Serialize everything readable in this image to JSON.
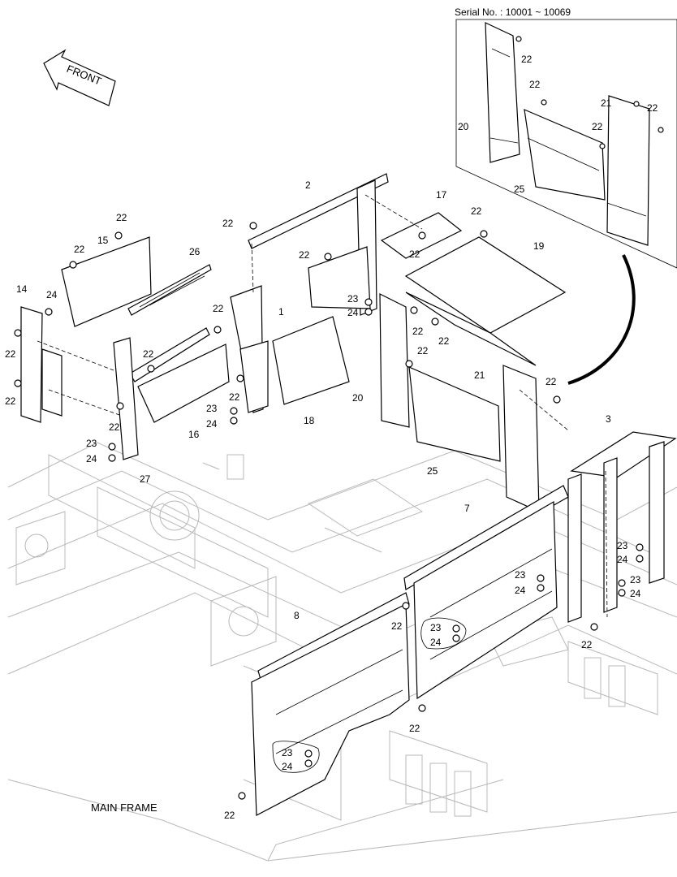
{
  "serial_range": "Serial No. : 10001 ~ 10069",
  "front_arrow_label": "FRONT",
  "main_frame_label": "MAIN FRAME",
  "callouts": {
    "c1": "1",
    "c2": "2",
    "c3": "3",
    "c7": "7",
    "c8": "8",
    "c14": "14",
    "c15": "15",
    "c16": "16",
    "c17": "17",
    "c18": "18",
    "c19": "19",
    "c20": "20",
    "c21": "21",
    "c22": "22",
    "c23": "23",
    "c24": "24",
    "c25": "25",
    "c26": "26",
    "c27": "27"
  }
}
